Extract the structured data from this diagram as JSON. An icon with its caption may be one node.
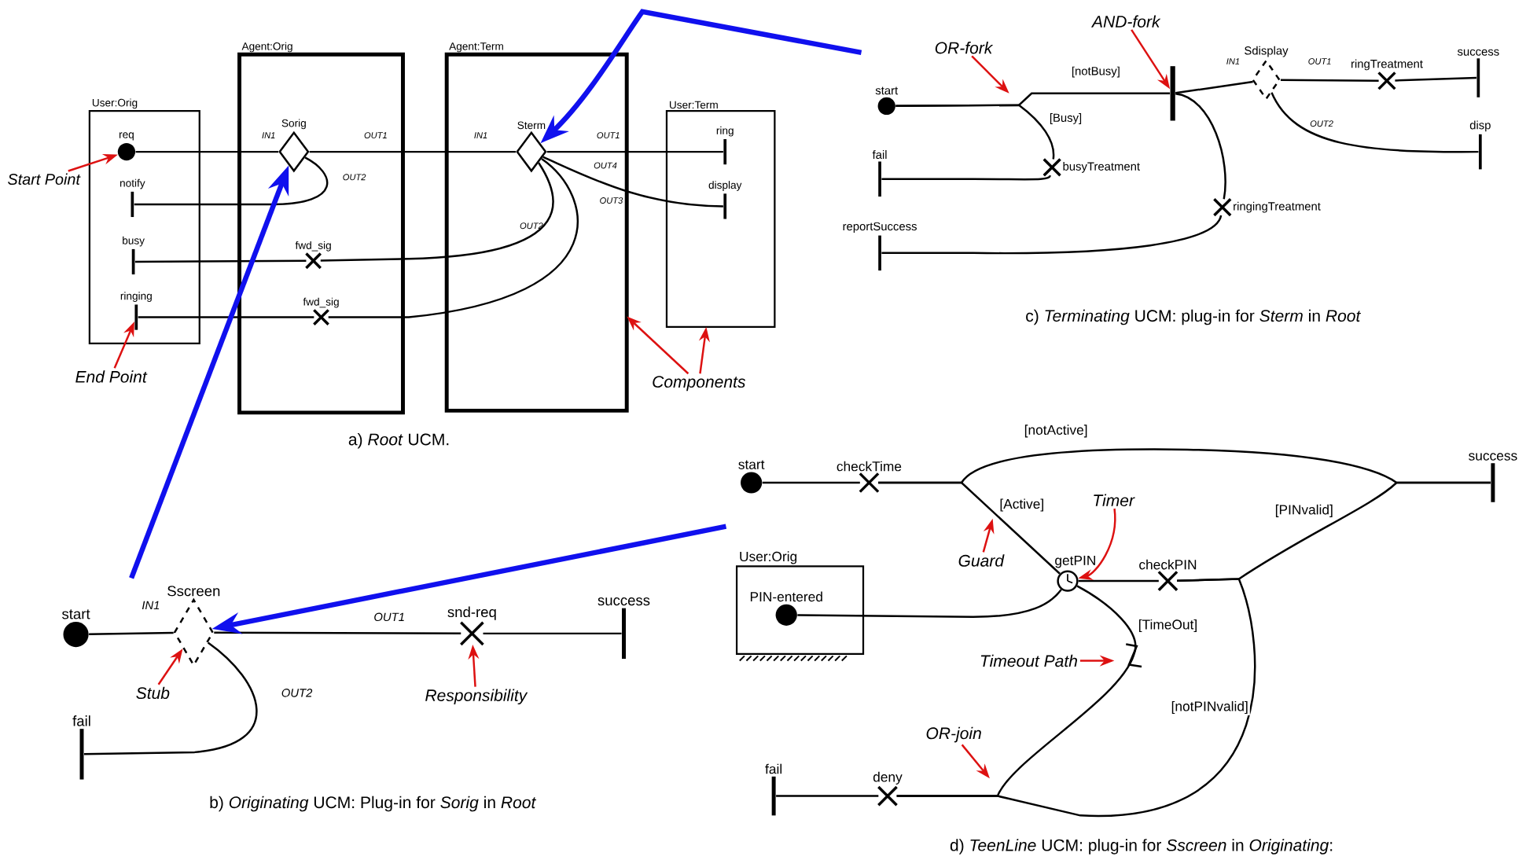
{
  "diagram": {
    "nodes": [
      {
        "text": [
          "User:Orig"
        ]
      },
      {
        "text": [
          "req"
        ],
        "in": 0
      },
      {
        "text": [
          "notify"
        ],
        "in": 0
      },
      {
        "text": [
          "busy"
        ],
        "in": 0
      },
      {
        "text": [
          "ringing"
        ],
        "in": 0
      },
      {
        "text": [
          "Agent:Orig"
        ]
      },
      {
        "text": [
          "Sorig"
        ],
        "in": 5
      },
      {
        "text": [
          "fwd_sig"
        ],
        "in": 5
      },
      {
        "text": [
          "fwd_sig"
        ],
        "in": 5
      },
      {
        "text": [
          "Agent:Term"
        ]
      },
      {
        "text": [
          "Sterm"
        ],
        "in": 9
      },
      {
        "text": [
          "User:Term"
        ]
      },
      {
        "text": [
          "ring"
        ],
        "in": 11
      },
      {
        "text": [
          "display"
        ],
        "in": 11
      },
      {
        "text": [
          "Start Point"
        ]
      },
      {
        "text": [
          "End Point"
        ]
      },
      {
        "text": [
          "Components"
        ]
      },
      {
        "text": [
          "OR-fork"
        ]
      },
      {
        "text": [
          "AND-fork"
        ]
      },
      {
        "text": [
          "start"
        ]
      },
      {
        "text": [],
        "shape": "bar"
      },
      {
        "text": [
          "Sdisplay"
        ]
      },
      {
        "text": [
          "ringTreatment"
        ]
      },
      {
        "text": [
          "success"
        ]
      },
      {
        "text": [
          "disp"
        ]
      },
      {
        "text": [
          "fail"
        ]
      },
      {
        "text": [
          "busyTreatment"
        ]
      },
      {
        "text": [
          "reportSuccess"
        ]
      },
      {
        "text": [
          "ringingTreatment"
        ]
      },
      {
        "text": [
          "start"
        ]
      },
      {
        "text": [
          "Sscreen"
        ]
      },
      {
        "text": [
          "snd-req"
        ]
      },
      {
        "text": [
          "success"
        ]
      },
      {
        "text": [
          "fail"
        ]
      },
      {
        "text": [
          "Stub"
        ]
      },
      {
        "text": [
          "Responsibility"
        ]
      },
      {
        "text": [
          "start"
        ]
      },
      {
        "text": [
          "checkTime"
        ]
      },
      {
        "text": [
          "success"
        ]
      },
      {
        "text": [
          "Timer"
        ]
      },
      {
        "text": [
          "User:Orig"
        ]
      },
      {
        "text": [
          "PIN-entered"
        ],
        "in": 40
      },
      {
        "text": [
          "Guard"
        ]
      },
      {
        "text": [
          "getPIN"
        ]
      },
      {
        "text": [
          "checkPIN"
        ]
      },
      {
        "text": [
          "Timeout Path"
        ]
      },
      {
        "text": [
          "OR-join"
        ]
      },
      {
        "text": [
          "fail"
        ]
      },
      {
        "text": [
          "deny"
        ]
      }
    ],
    "edges": [
      {
        "from": 1,
        "to": 6,
        "arrow": "none"
      },
      {
        "from": 6,
        "to": 10,
        "arrow": "none"
      },
      {
        "from": 6,
        "to": 2,
        "arrow": "none"
      },
      {
        "from": 10,
        "to": 12,
        "arrow": "none"
      },
      {
        "from": 10,
        "to": 13,
        "arrow": "none"
      },
      {
        "from": 10,
        "to": 7,
        "arrow": "none"
      },
      {
        "from": 7,
        "to": 3,
        "arrow": "none"
      },
      {
        "from": 10,
        "to": 8,
        "arrow": "none"
      },
      {
        "from": 8,
        "to": 4,
        "arrow": "none"
      },
      {
        "from": 14,
        "to": 1,
        "arrow": "to",
        "color": "#dd1111"
      },
      {
        "from": 15,
        "to": 4,
        "arrow": "to",
        "color": "#dd1111"
      },
      {
        "from": 16,
        "to": 9,
        "arrow": "to",
        "color": "#dd1111"
      },
      {
        "from": 16,
        "to": 11,
        "arrow": "to",
        "color": "#dd1111"
      },
      {
        "from": 17,
        "to": null,
        "arrow": "to",
        "color": "#dd1111"
      },
      {
        "from": 18,
        "to": 20,
        "arrow": "to",
        "color": "#dd1111"
      },
      {
        "from": 19,
        "to": 20,
        "arrow": "none",
        "label": "[notBusy]"
      },
      {
        "from": 19,
        "to": 26,
        "arrow": "none",
        "label": "[Busy]"
      },
      {
        "from": 26,
        "to": 25,
        "arrow": "none"
      },
      {
        "from": 20,
        "to": 21,
        "arrow": "none"
      },
      {
        "from": 21,
        "to": 22,
        "arrow": "none"
      },
      {
        "from": 22,
        "to": 23,
        "arrow": "none"
      },
      {
        "from": 21,
        "to": 24,
        "arrow": "none"
      },
      {
        "from": 20,
        "to": 28,
        "arrow": "none"
      },
      {
        "from": 28,
        "to": 27,
        "arrow": "none"
      },
      {
        "from": 29,
        "to": 30,
        "arrow": "none"
      },
      {
        "from": 30,
        "to": 31,
        "arrow": "none"
      },
      {
        "from": 31,
        "to": 32,
        "arrow": "none"
      },
      {
        "from": 30,
        "to": 33,
        "arrow": "none"
      },
      {
        "from": 34,
        "to": 30,
        "arrow": "to",
        "color": "#dd1111"
      },
      {
        "from": 35,
        "to": 31,
        "arrow": "to",
        "color": "#dd1111"
      },
      {
        "from": 36,
        "to": 37,
        "arrow": "none"
      },
      {
        "from": 37,
        "to": 38,
        "arrow": "none",
        "label": "[notActive]"
      },
      {
        "from": 37,
        "to": 43,
        "arrow": "none",
        "label": "[Active]"
      },
      {
        "from": 43,
        "to": 44,
        "arrow": "none"
      },
      {
        "from": 44,
        "to": 38,
        "arrow": "none",
        "label": "[PINvalid]"
      },
      {
        "from": 44,
        "to": 48,
        "arrow": "none",
        "label": "[notPINvalid]"
      },
      {
        "from": 43,
        "to": 48,
        "arrow": "none",
        "label": "[TimeOut]"
      },
      {
        "from": 41,
        "to": 43,
        "arrow": "none"
      },
      {
        "from": 48,
        "to": 47,
        "arrow": "none"
      },
      {
        "from": 39,
        "to": 43,
        "arrow": "to",
        "color": "#dd1111"
      },
      {
        "from": 42,
        "to": null,
        "arrow": "to",
        "color": "#dd1111"
      },
      {
        "from": 45,
        "to": null,
        "arrow": "to",
        "color": "#dd1111"
      },
      {
        "from": 46,
        "to": null,
        "arrow": "to",
        "color": "#dd1111"
      },
      {
        "from": null,
        "to": 6,
        "arrow": "to",
        "color": "#1010ee",
        "style": "thick"
      },
      {
        "from": null,
        "to": 10,
        "arrow": "to",
        "color": "#1010ee",
        "style": "thick"
      },
      {
        "from": null,
        "to": 30,
        "arrow": "to",
        "color": "#1010ee",
        "style": "thick"
      }
    ],
    "labels": [
      "IN1",
      "OUT1",
      "OUT2",
      "IN1",
      "OUT1",
      "OUT4",
      "OUT2",
      "OUT3",
      "a) *Root* UCM.",
      "IN1",
      "OUT1",
      "OUT2",
      "c) *Terminating* UCM: plug-in for *Sterm* in *Root*",
      "IN1",
      "OUT1",
      "OUT2",
      "b) *Originating* UCM: Plug-in for *Sorig* in *Root*",
      "d) *TeenLine* UCM: plug-in for *Sscreen* in *Originating*:"
    ]
  }
}
